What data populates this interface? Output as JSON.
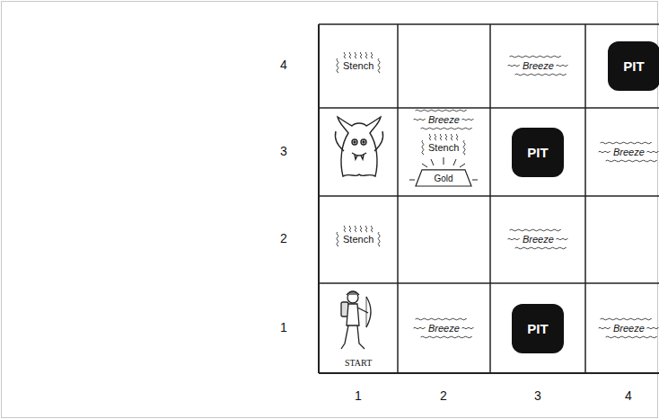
{
  "diagram": {
    "nodes": [
      {
        "text": [
          "PIT"
        ]
      },
      {
        "text": [
          "Gold"
        ]
      },
      {
        "text": [
          "PIT"
        ]
      },
      {
        "text": [
          "PIT"
        ]
      }
    ],
    "labels": [
      "4",
      "Stench",
      "Breeze",
      "3",
      "Breeze",
      "Stench",
      "Breeze",
      "2",
      "Stench",
      "Breeze",
      "1",
      "Breeze",
      "Breeze",
      "START",
      "1",
      "2",
      "3",
      "4"
    ]
  }
}
